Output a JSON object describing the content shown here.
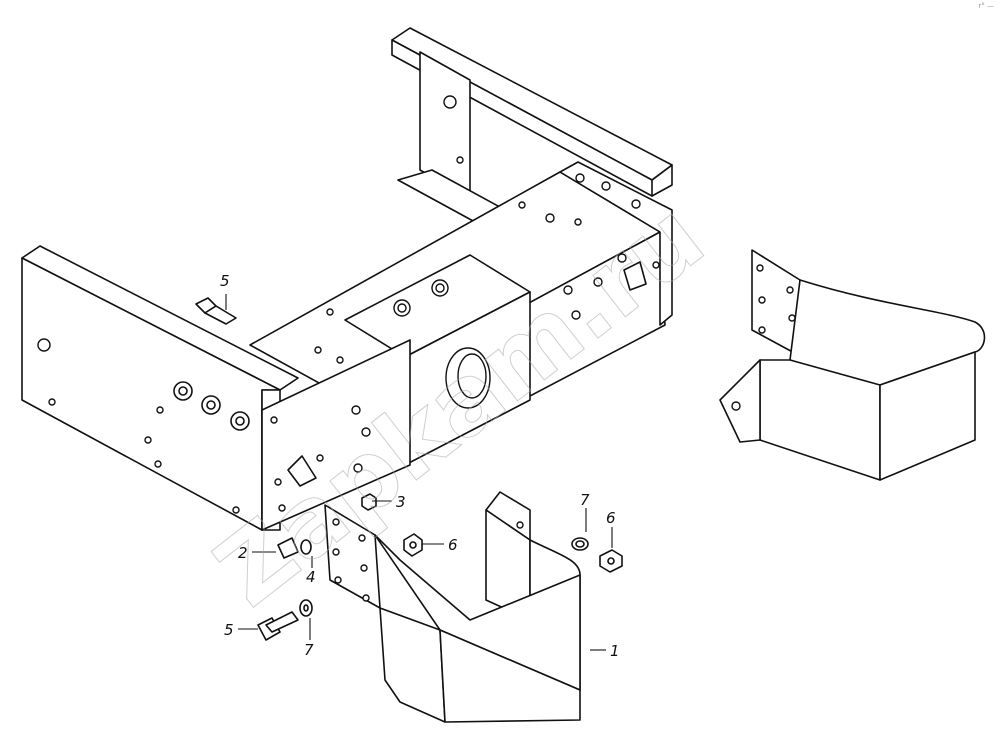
{
  "watermark": "Zapkam.ru",
  "corner_mark": "r° —",
  "callouts": [
    {
      "id": "c5a",
      "label": "5"
    },
    {
      "id": "c3",
      "label": "3"
    },
    {
      "id": "c2",
      "label": "2"
    },
    {
      "id": "c4",
      "label": "4"
    },
    {
      "id": "c6a",
      "label": "6"
    },
    {
      "id": "c7a",
      "label": "7"
    },
    {
      "id": "c6b",
      "label": "6"
    },
    {
      "id": "c5b",
      "label": "5"
    },
    {
      "id": "c7b",
      "label": "7"
    },
    {
      "id": "c1",
      "label": "1"
    }
  ]
}
